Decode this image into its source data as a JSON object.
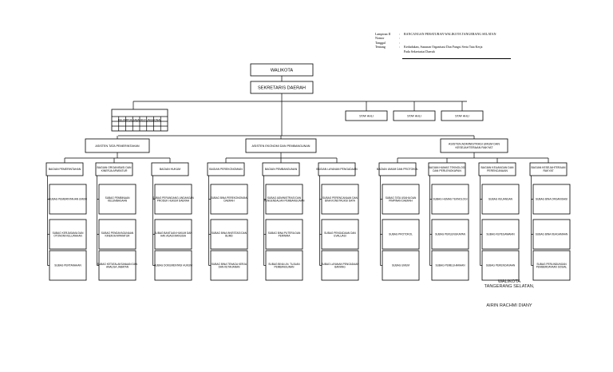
{
  "header": {
    "rows": [
      {
        "key": "Lampiran II",
        "colon": ":",
        "value": "RANCANGAN PERATURAN WALIKOTA TANGERANG SELATAN"
      },
      {
        "key": "Nomor",
        "colon": ":",
        "value": ""
      },
      {
        "key": "Tanggal",
        "colon": ":",
        "value": ""
      },
      {
        "key": "Tentang",
        "colon": ":",
        "value": "Kedudukan, Susunan Organisasi Dan Fungsi Serta Tata Kerja"
      },
      {
        "key": "",
        "colon": "",
        "value": "Pada Sekretariat Daerah"
      }
    ]
  },
  "diagram": {
    "walikota": "WALIKOTA",
    "sekda": "SEKRETARIS DAERAH",
    "kelompok": "KELOMPOK JABATAN FUNGSIONAL",
    "staf_ahli": [
      "STAF AHLI",
      "STAF AHLI",
      "STAF AHLI"
    ],
    "asisten": [
      "ASISTEN TATA PEMERINTAHAN",
      "ASISTEN EKONOMI DAN PEMBANGUNAN",
      "ASISTEN ADMINISTRASI UMUM DAN KESEJAHTERAAN RAKYAT"
    ],
    "bagian": [
      "BAGIAN PEMERINTAHAN",
      "BAGIAN ORGANISASI DAN KINERJA APARATUR",
      "BAGIAN HUKUM",
      "BAGIAN PEREKONOMIAN",
      "BAGIAN PEMBANGUNAN",
      "BAGIAN LAYANAN PENGADAAN",
      "BAGIAN UMUM DAN PROTOKOL",
      "BAGIAN HUMAS TEKNOLOGI DAN PERLENGKAPAN",
      "BAGIAN KEUANGAN DAN PERENCANAAN",
      "BAGIAN KESEJAHTERAAN RAKYAT"
    ],
    "subbagian": [
      [
        "SUBAG PEMERINTAHAN UMUM",
        "SUBAG KERJASAMA DAN OTONOMI KELURAHAN",
        "SUBAG PERTANAHAN"
      ],
      [
        "SUBAG PEMBINAAN KELEMBAGAAN",
        "SUBAG PENDAYAGUNAAN KINERJA APARATUR",
        "SUBAG KETATALAKSANAAN DAN ANALISA JABATAN"
      ],
      [
        "SUBAG PERUNDANG-UNDANGAN PRODUK HUKUM DAERAH",
        "SUBAG BANTUAN HUKUM DAN HAK ASASI MANUSIA",
        "SUBAG DOKUMENTASI HUKUM"
      ],
      [
        "SUBAG BINA PEREKONOMIAN DAERAH",
        "SUBAG BINA INVESTASI DAN BUMD",
        "SUBAG BINA TENAGA KERJA DAN KETAHANAN"
      ],
      [
        "SUBAG ADMINISTRASI DAN PENGENDALIAN PEMBANGUNAN",
        "SUBAG BINA PUTERA DAN PERWIRA",
        "SUBAG BINA LIN. TUJUAN PEMBANGUNAN"
      ],
      [
        "SUBAG PERENCANAAN DAN BINA KONSTRUKSI DATA",
        "SUBAG PENGADAAN DAN EVALUASI",
        "SUBAG LAYANAN PENGADAAN BARANG"
      ],
      [
        "SUBAG TATA USAHA DAN PIMPINAN DAERAH",
        "SUBAG PROTOKOL",
        "SUBAG UMUM"
      ],
      [
        "SUBAG HUMAS TEKNOLOGI",
        "SUBAG PERLENGKAPAN",
        "SUBAG PEMELIHARAAN"
      ],
      [
        "SUBAG KEUANGAN",
        "SUBAG KEPEGAWAIAN",
        "SUBAG PERENCANAAN"
      ],
      [
        "SUBAG BINA ORGANISASI",
        "SUBAG BINA KEAGAMAAN",
        "SUBAG PERLINDUNGAN PEMBERDAYAAN SOSIAL"
      ]
    ]
  },
  "signature": {
    "title": "WALIKOTA",
    "city": "TANGERANG SELATAN,",
    "name": "AIRIN RACHMI DIANY"
  }
}
